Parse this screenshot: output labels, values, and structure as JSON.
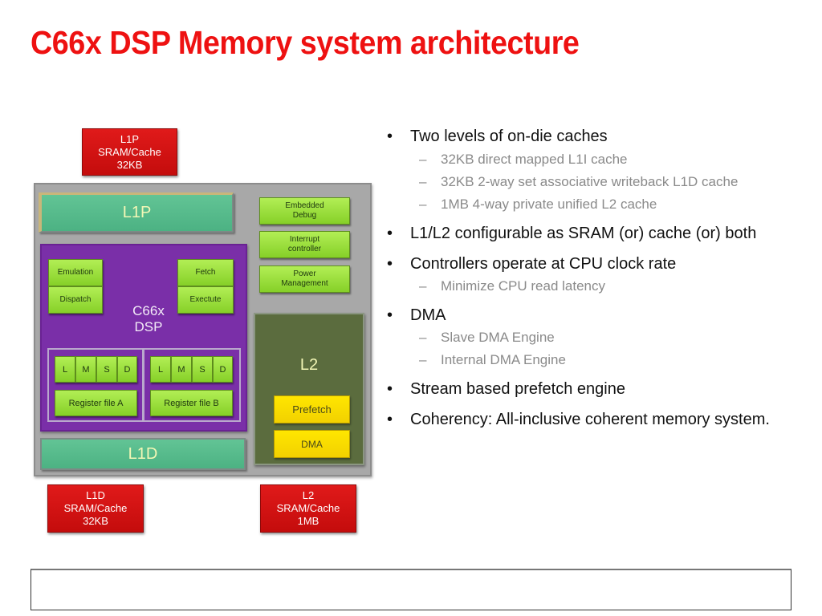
{
  "title": "C66x DSP Memory system architecture",
  "diagram": {
    "sram_boxes": {
      "l1p": [
        "L1P",
        "SRAM/Cache",
        "32KB"
      ],
      "l1d": [
        "L1D",
        "SRAM/Cache",
        "32KB"
      ],
      "l2": [
        "L2",
        "SRAM/Cache",
        "1MB"
      ]
    },
    "l1p_bar": "L1P",
    "l1d_bar": "L1D",
    "controllers": {
      "embedded_debug": [
        "Embedded",
        "Debug"
      ],
      "interrupt_controller": [
        "Interrupt",
        "controller"
      ],
      "power_management": [
        "Power",
        "Management"
      ]
    },
    "dsp": {
      "label_line1": "C66x",
      "label_line2": "DSP",
      "emulation": "Emulation",
      "dispatch": "Dispatch",
      "fetch": "Fetch",
      "execute": "Exectute",
      "units_a": [
        "L",
        "M",
        "S",
        "D"
      ],
      "units_b": [
        "L",
        "M",
        "S",
        "D"
      ],
      "register_file_a": "Register file A",
      "register_file_b": "Register file B"
    },
    "l2": {
      "label": "L2",
      "prefetch": "Prefetch",
      "dma": "DMA"
    },
    "colors": {
      "title_red": "#ee1111",
      "sram_red": "#d01212",
      "dsp_purple": "#7a2fa8",
      "cache_teal": "#55b98a",
      "control_green": "#9ade3c",
      "l2_olive": "#5b6c3e",
      "l2_yellow": "#ffe100"
    }
  },
  "bullets": [
    {
      "text": "Two levels of on-die caches",
      "sub": [
        "32KB direct mapped L1I cache",
        "32KB 2-way set associative writeback L1D cache",
        "1MB 4-way private unified L2 cache"
      ]
    },
    {
      "text": "L1/L2 configurable as SRAM (or) cache (or) both",
      "sub": []
    },
    {
      "text": "Controllers operate at CPU clock rate",
      "sub": [
        "Minimize CPU read latency"
      ]
    },
    {
      "text": "DMA",
      "sub": [
        "Slave DMA Engine",
        "Internal DMA Engine"
      ]
    },
    {
      "text": "Stream based prefetch engine",
      "sub": []
    },
    {
      "text": "Coherency: All-inclusive coherent memory system.",
      "sub": []
    }
  ],
  "bullet_glyph": "•",
  "dash_glyph": "–",
  "footer_text": ""
}
